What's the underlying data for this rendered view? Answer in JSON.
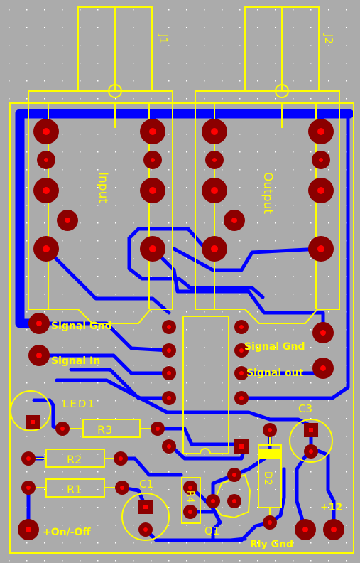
{
  "colors": {
    "background": "#ababab",
    "copper": "#0000ff",
    "silkscreen": "#ffff00",
    "pad": "#8b0000",
    "pad_hole": "#ff0000",
    "grid_dot": "#ffffff"
  },
  "connectors": {
    "j1": "J1",
    "j2": "J2",
    "input": "Input",
    "output": "Output"
  },
  "labels": {
    "signal_gnd_left": "Signal Gnd",
    "signal_in": "Signal In",
    "signal_gnd_right": "Signal Gnd",
    "signal_out": "Signal out",
    "on_off": "+On/-Off",
    "rly_gnd": "Rly Gnd",
    "plus12": "+12"
  },
  "components": {
    "led1": "LED1",
    "r1": "R1",
    "r2": "R2",
    "r3": "R3",
    "c1": "C1",
    "c3": "C3",
    "q1": "Q1",
    "d2": "D2",
    "r4": "R4"
  }
}
